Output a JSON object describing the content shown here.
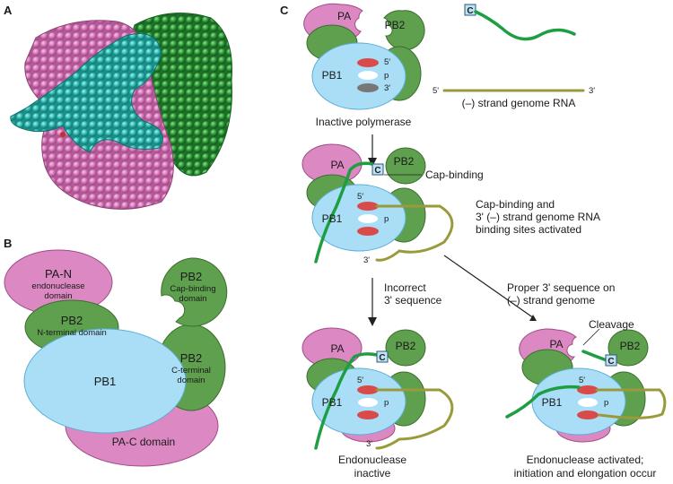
{
  "panels": {
    "a": "A",
    "b": "B",
    "c": "C"
  },
  "panel_b": {
    "pa_n": "PA-N",
    "pa_n_sub": "endonuclease",
    "pa_n_sub2": "domain",
    "pb2_n": "PB2",
    "pb2_n_sub": "N-terminal domain",
    "pb1": "PB1",
    "pb2_cap": "PB2",
    "pb2_cap_sub": "Cap-binding",
    "pb2_cap_sub2": "domain",
    "pb2_c": "PB2",
    "pb2_c_sub": "C-terminal",
    "pb2_c_sub2": "domain",
    "pa_c": "PA-C domain"
  },
  "panel_c": {
    "pa": "PA",
    "pb2": "PB2",
    "pb1": "PB1",
    "five": "5′",
    "p": "p",
    "three": "3′",
    "cap_c": "C",
    "three_prime": "3'",
    "five_prime": "5'",
    "genome_label": "(–) strand genome RNA",
    "inactive_label": "Inactive polymerase",
    "cap_binding": "Cap-binding",
    "activated_1": "Cap-binding and",
    "activated_2": "3' (–) strand genome RNA",
    "activated_3": "binding sites activated",
    "incorrect_1": "Incorrect",
    "incorrect_2": "3' sequence",
    "proper_1": "Proper 3' sequence on",
    "proper_2": "(–) strand genome",
    "cleavage": "Cleavage",
    "endo_inactive_1": "Endonuclease",
    "endo_inactive_2": "inactive",
    "endo_active_1": "Endonuclease activated;",
    "endo_active_2": "initiation and elongation occur"
  },
  "colors": {
    "pa": "#dc88c2",
    "pb2": "#5fa04e",
    "pb1": "#a9def6",
    "rna": "#1e9e43",
    "genome": "#9a9a3a",
    "site_red": "#d94a4a"
  }
}
